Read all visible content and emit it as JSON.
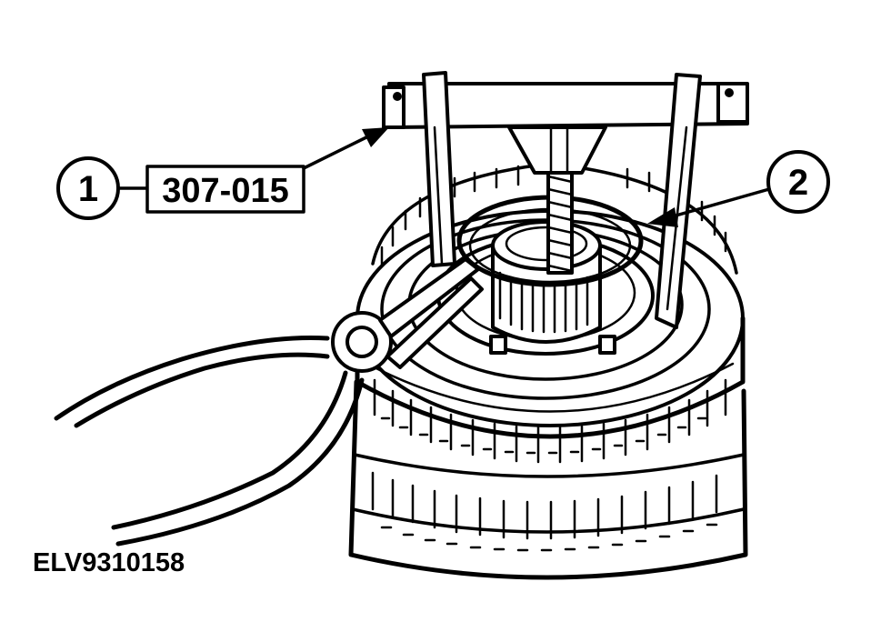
{
  "callouts": [
    {
      "number": "1",
      "tool_label": "307-015"
    },
    {
      "number": "2"
    }
  ],
  "figure_id": "ELV9310158",
  "colors": {
    "line": "#000000",
    "background": "#ffffff"
  }
}
